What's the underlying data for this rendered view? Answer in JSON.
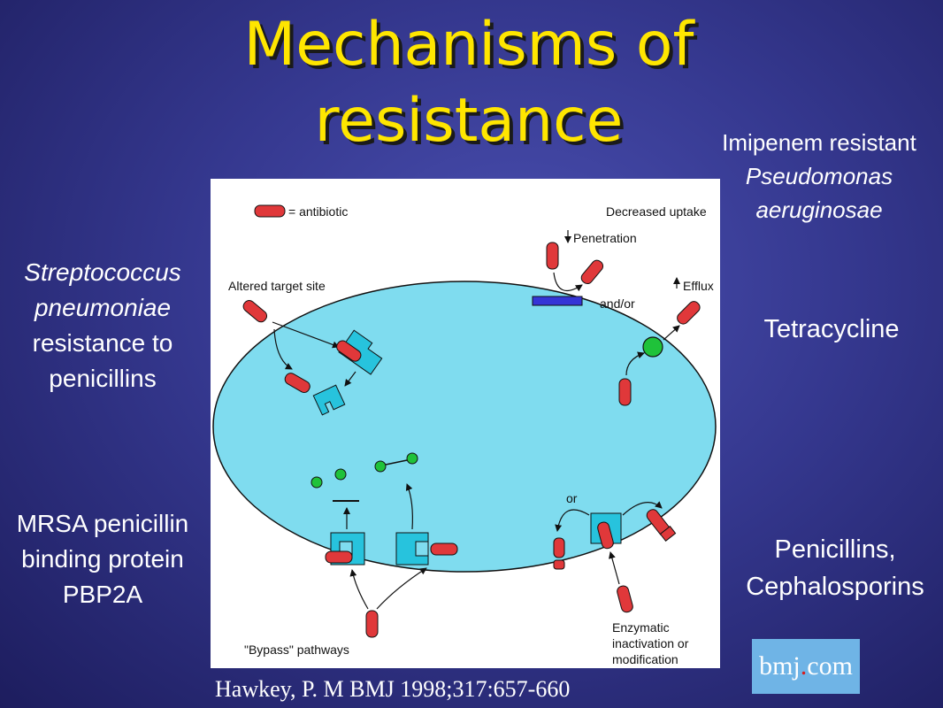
{
  "title": {
    "line1": "Mechanisms of",
    "line2": "resistance"
  },
  "side_labels": {
    "strep": {
      "line1": "Streptococcus",
      "line2": "pneumoniae",
      "line3": "resistance to",
      "line4": "penicillins"
    },
    "mrsa": {
      "line1": "MRSA penicillin",
      "line2": "binding protein",
      "line3": "PBP2A"
    },
    "imipenem": {
      "line1": "Imipenem  resistant",
      "line2": "Pseudomonas",
      "line3": "aeruginosae"
    },
    "tetracycline": "Tetracycline",
    "penicillins": {
      "line1": "Penicillins,",
      "line2": "Cephalosporins"
    }
  },
  "diagram": {
    "legend": "= antibiotic",
    "decreased_uptake": "Decreased uptake",
    "penetration": "Penetration",
    "efflux": "Efflux",
    "and_or": "and/or",
    "altered_target": "Altered target site",
    "bypass": "\"Bypass\" pathways",
    "or": "or",
    "enzymatic_1": "Enzymatic",
    "enzymatic_2": "inactivation or",
    "enzymatic_3": "modification",
    "colors": {
      "antibiotic": "#e0383a",
      "cell": "#7fdcef",
      "target": "#27c3dd",
      "node": "#1fc23a",
      "porin": "#3535d6"
    }
  },
  "citation": "Hawkey, P. M BMJ 1998;317:657-660",
  "logo": {
    "left": "bmj",
    "dot": ".",
    "right": "com"
  }
}
